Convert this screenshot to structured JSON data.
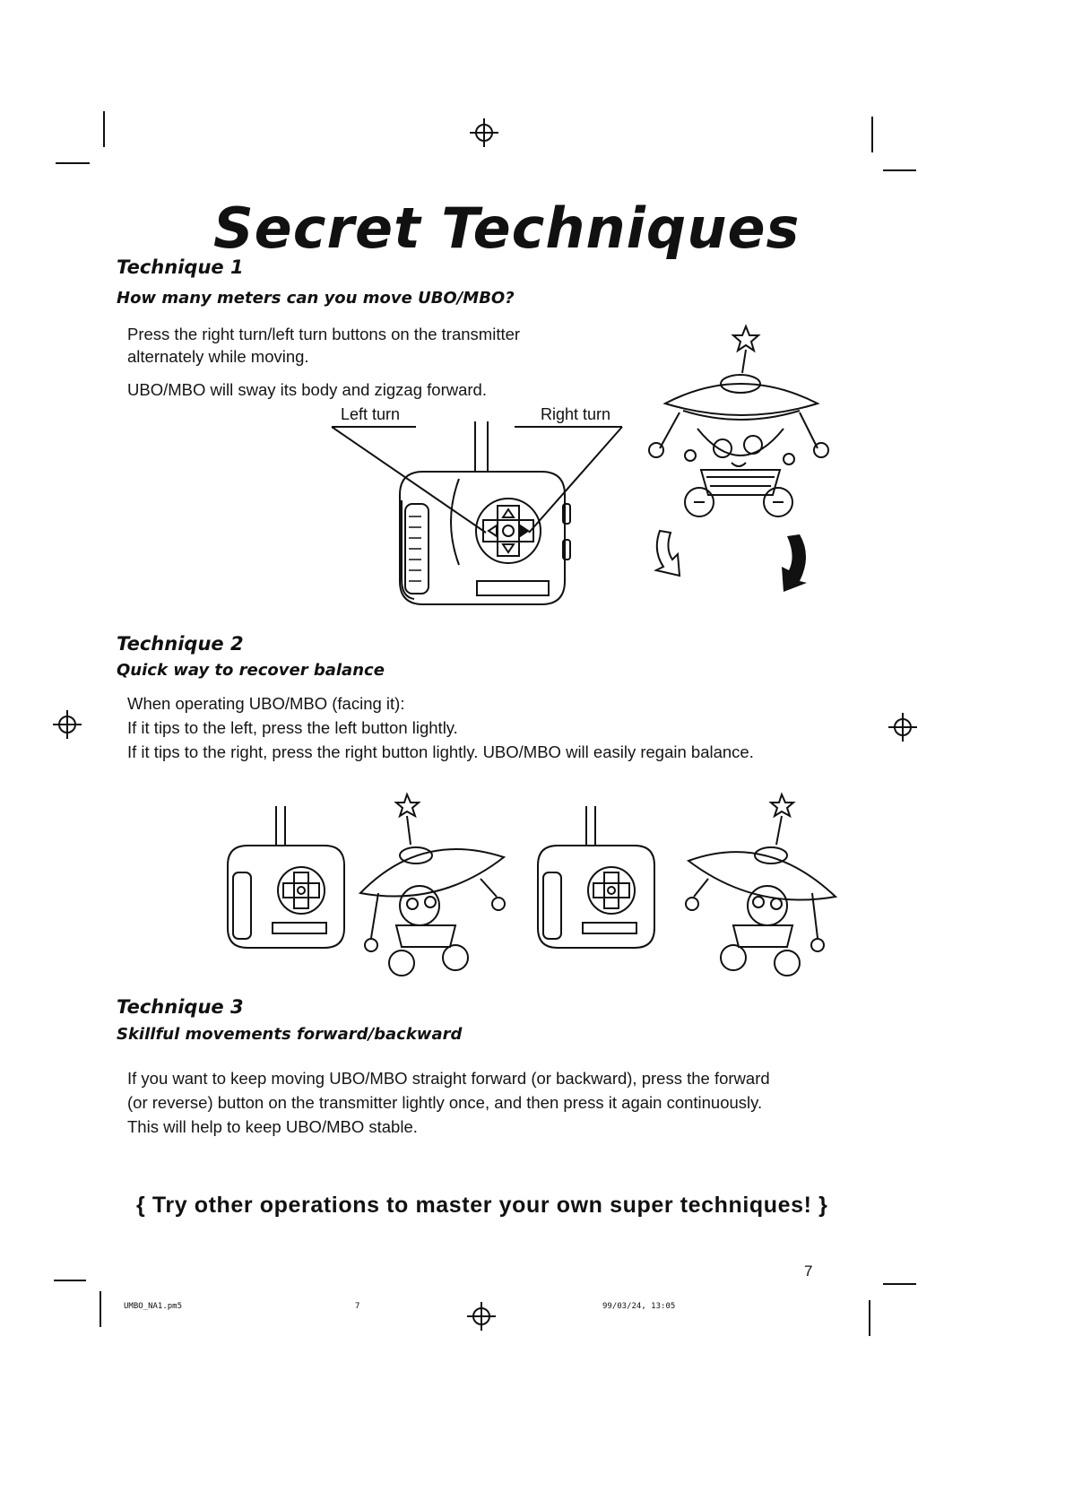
{
  "title": "Secret Techniques",
  "technique1": {
    "heading": "Technique 1",
    "subheading": "How many meters can you move UBO/MBO?",
    "lines": [
      "Press the right turn/left turn buttons on the transmitter",
      "alternately while moving.",
      "UBO/MBO will sway its body and zigzag forward."
    ],
    "left_turn_label": "Left turn",
    "right_turn_label": "Right turn"
  },
  "technique2": {
    "heading": "Technique 2",
    "subheading": "Quick way to recover balance",
    "lines": [
      "When operating UBO/MBO (facing it):",
      "If it tips to the left, press the left button lightly.",
      "If it tips to the right, press the right button lightly.  UBO/MBO will easily regain balance."
    ]
  },
  "technique3": {
    "heading": "Technique 3",
    "subheading": "Skillful movements forward/backward",
    "lines": [
      "If you want to keep moving UBO/MBO straight forward (or backward), press the forward",
      "(or reverse) button on the transmitter lightly once, and then press it again continuously.",
      "This will help to keep UBO/MBO stable."
    ]
  },
  "tagline": "{ Try other operations to master your own super techniques! }",
  "page_number": "7",
  "footer": {
    "file": "UMBO_NA1.pm5",
    "page": "7",
    "timestamp": "99/03/24, 13:05"
  }
}
